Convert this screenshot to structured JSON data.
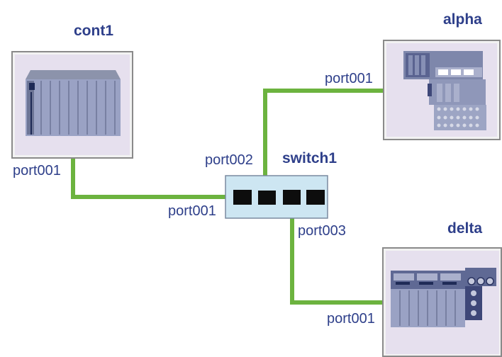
{
  "nodes": {
    "cont1": {
      "name": "cont1",
      "port": "port001"
    },
    "alpha": {
      "name": "alpha",
      "port": "port001"
    },
    "delta": {
      "name": "delta",
      "port": "port001"
    },
    "switch1": {
      "name": "switch1",
      "ports": [
        "port001",
        "port002",
        "port003"
      ]
    }
  },
  "colors": {
    "link": "#6cb33f",
    "label": "#2e3f8a",
    "switch_fill": "#cde6f2",
    "device_frame": "#e8e3f0"
  }
}
